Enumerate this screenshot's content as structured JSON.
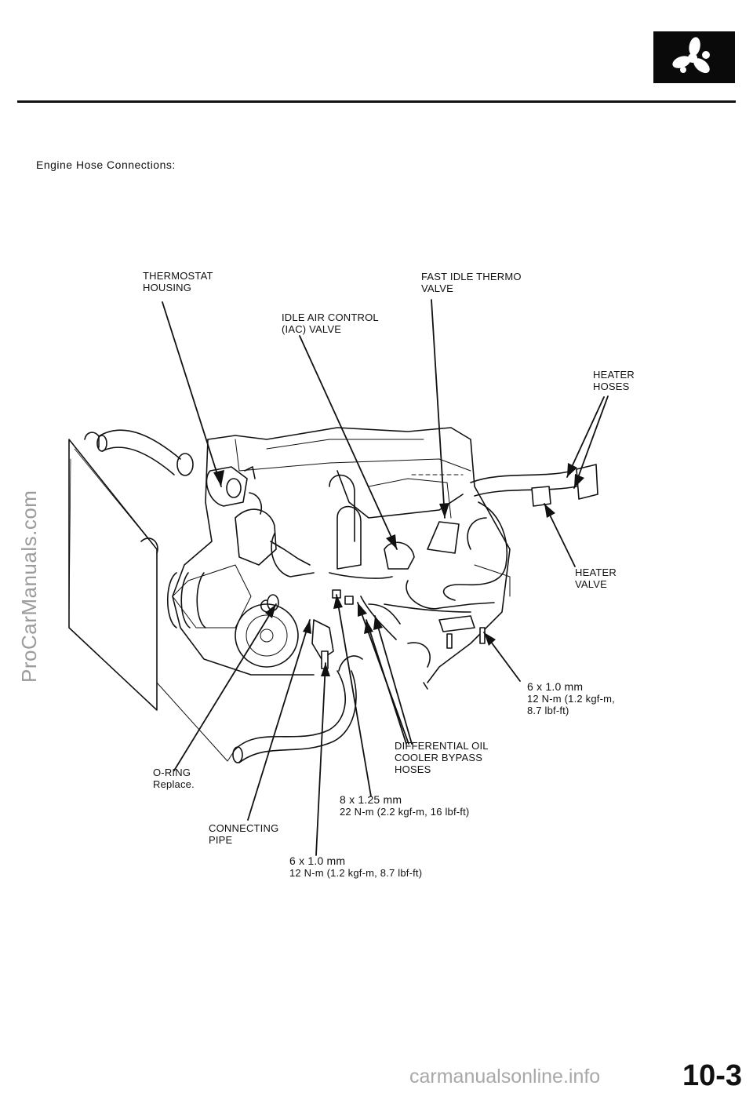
{
  "page": {
    "title": "Engine Hose Connections:",
    "page_number": "10-3",
    "watermark_side": "ProCarManuals.com",
    "watermark_bottom": "carmanualsonline.info"
  },
  "section_icon": "cooling-fan-icon",
  "labels": {
    "thermostat_housing": [
      "THERMOSTAT",
      "HOUSING"
    ],
    "fast_idle_thermo_valve": [
      "FAST IDLE THERMO",
      "VALVE"
    ],
    "iac_valve": [
      "IDLE AIR CONTROL",
      "(IAC) VALVE"
    ],
    "heater_hoses": [
      "HEATER",
      "HOSES"
    ],
    "heater_valve": [
      "HEATER",
      "VALVE"
    ],
    "bolt_6x10_right": [
      "6 x 1.0 mm",
      "12 N-m (1.2 kgf-m,",
      "8.7 lbf-ft)"
    ],
    "diff_oil_cooler_bypass_hoses": [
      "DIFFERENTIAL OIL",
      "COOLER BYPASS",
      "HOSES"
    ],
    "o_ring": [
      "O-RING",
      "Replace."
    ],
    "bolt_8x125": [
      "8 x 1.25 mm",
      "22 N-m (2.2 kgf-m, 16 lbf-ft)"
    ],
    "connecting_pipe": [
      "CONNECTING",
      "PIPE"
    ],
    "bolt_6x10_bottom": [
      "6 x 1.0 mm",
      "12 N-m (1.2 kgf-m, 8.7 lbf-ft)"
    ]
  }
}
